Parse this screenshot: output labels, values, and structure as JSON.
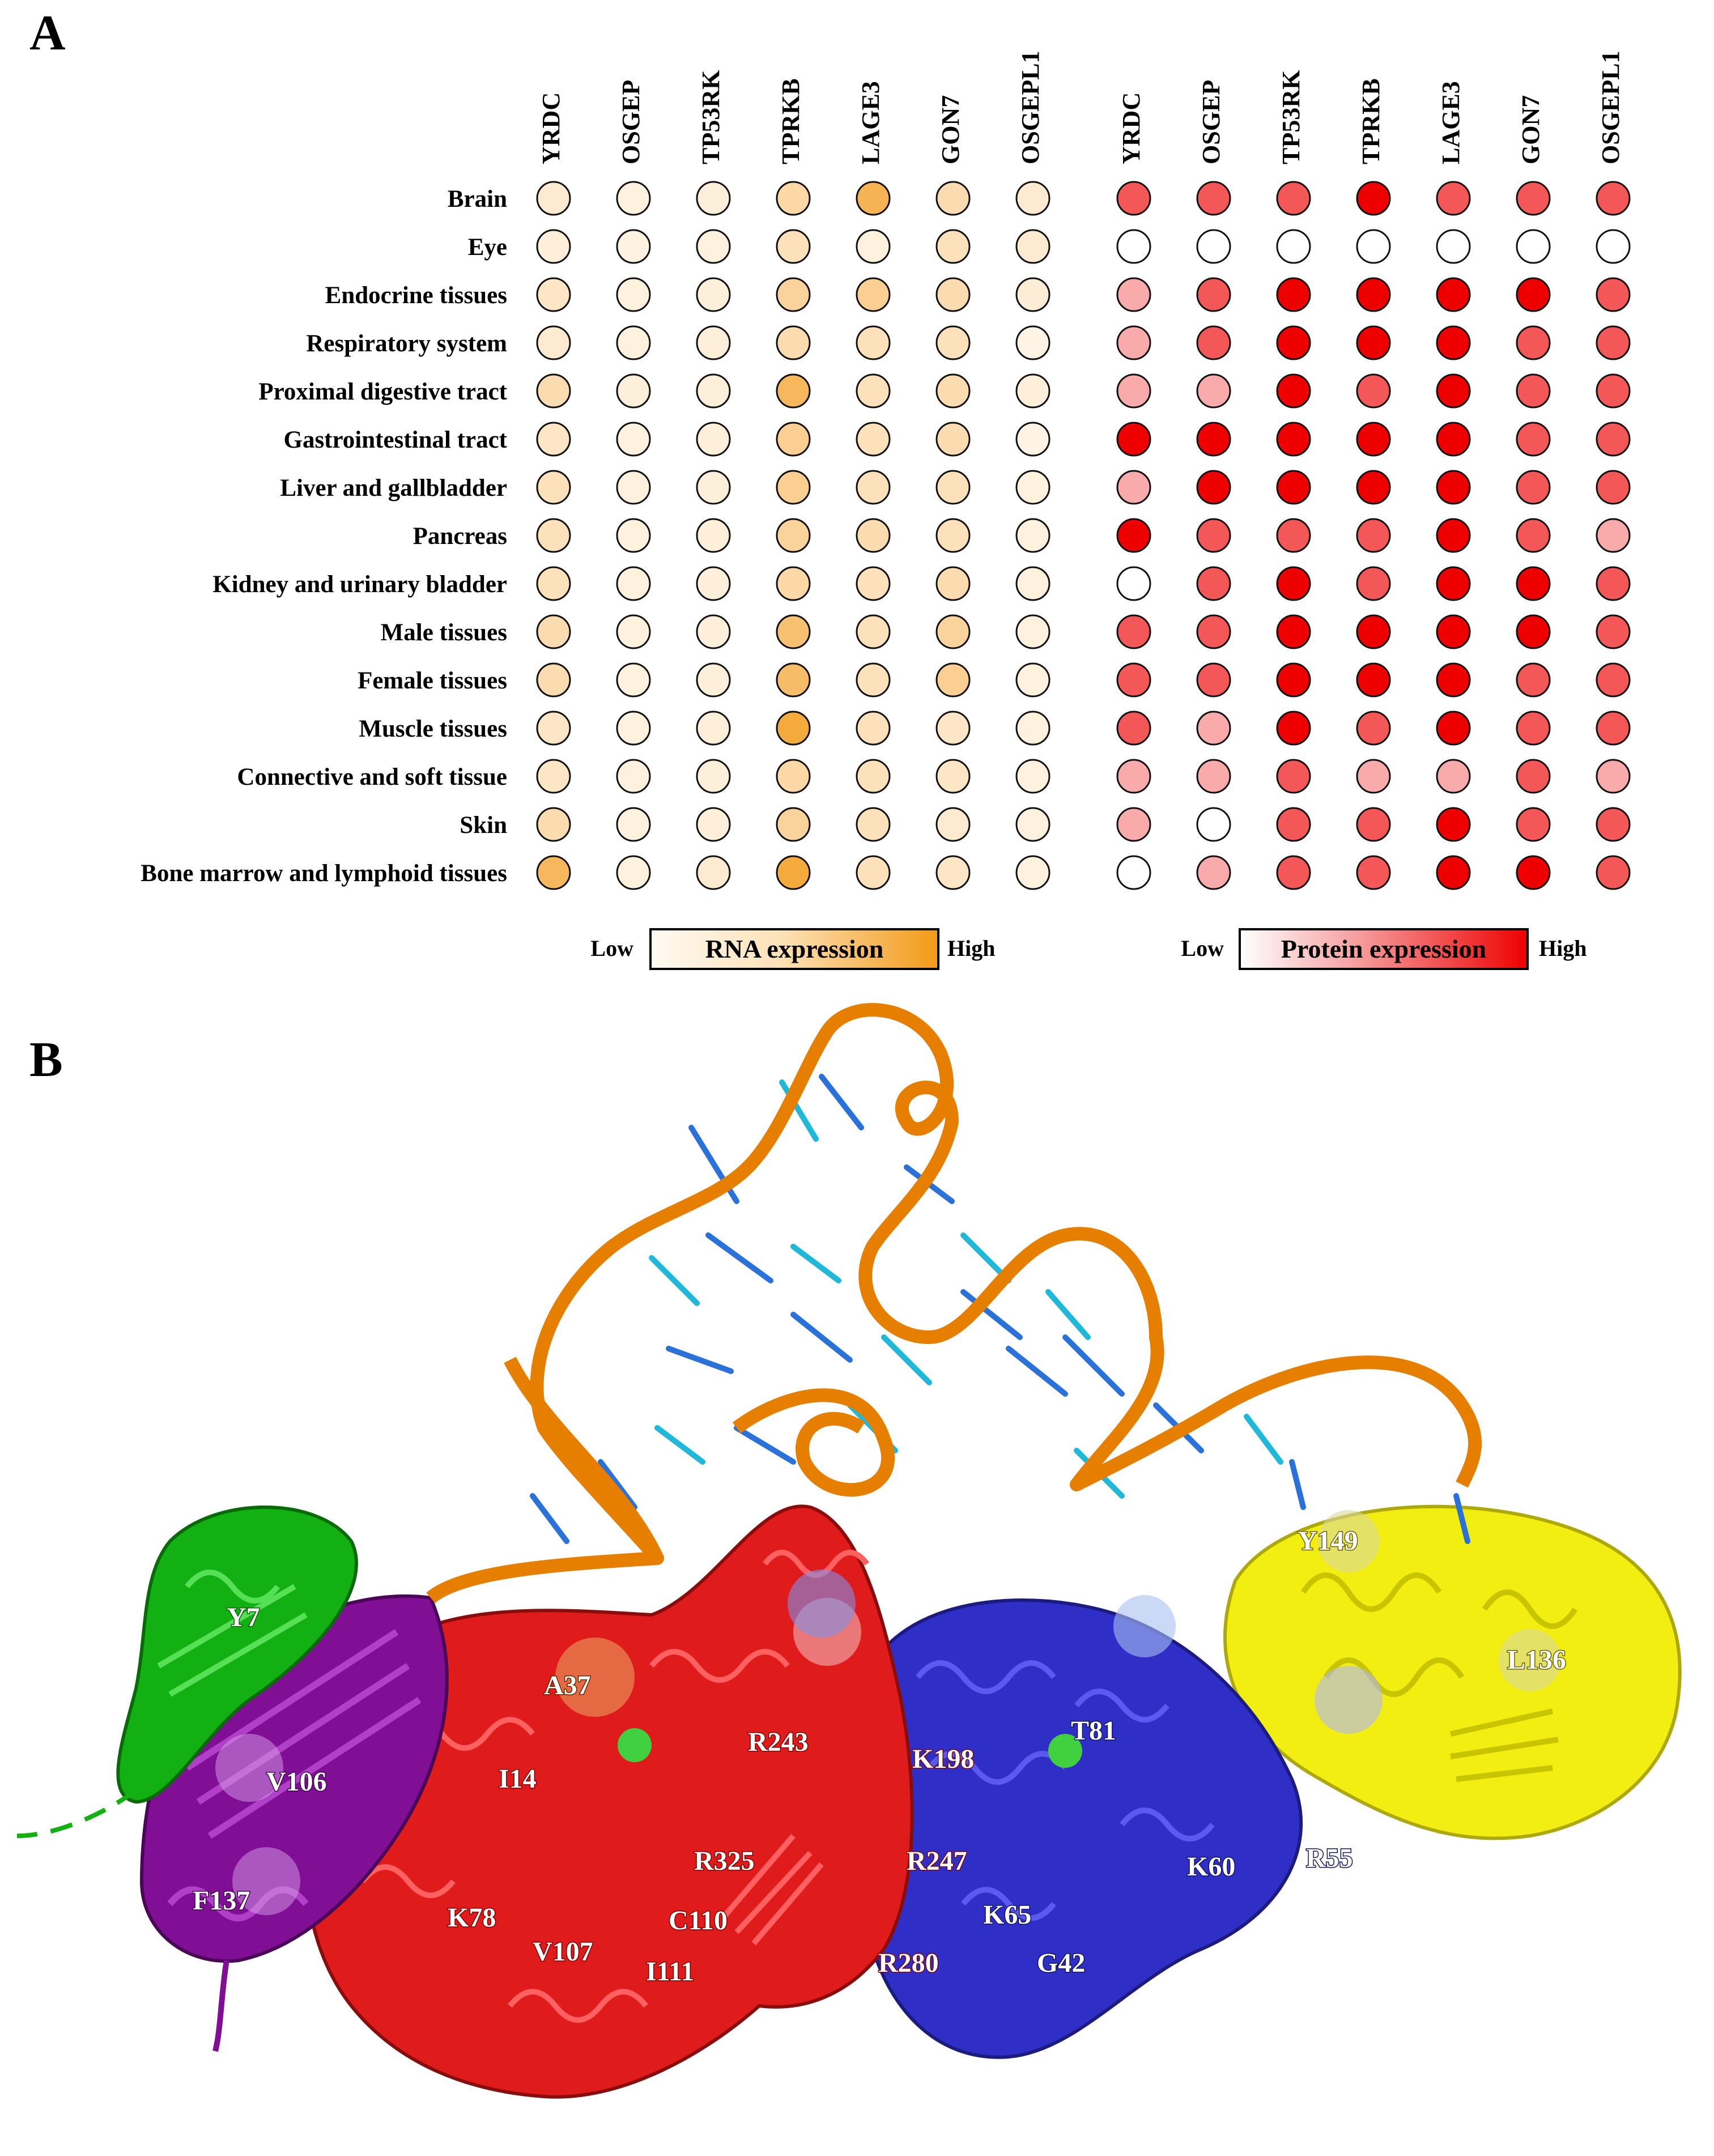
{
  "panel_a": {
    "letter": "A",
    "rna_genes": [
      "YRDC",
      "OSGEP",
      "TP53RK",
      "TPRKB",
      "LAGE3",
      "GON7",
      "OSGEPL1"
    ],
    "protein_genes": [
      "YRDC",
      "OSGEP",
      "TP53RK",
      "TPRKB",
      "LAGE3",
      "GON7",
      "OSGEPL1"
    ],
    "tissues": [
      "Brain",
      "Eye",
      "Endocrine tissues",
      "Respiratory system",
      "Proximal digestive tract",
      "Gastrointestinal tract",
      "Liver and gallbladder",
      "Pancreas",
      "Kidney and urinary bladder",
      "Male tissues",
      "Female tissues",
      "Muscle tissues",
      "Connective and soft tissue",
      "Skin",
      "Bone marrow and lymphoid tissues"
    ],
    "rna_expression": [
      [
        0.15,
        0.08,
        0.1,
        0.35,
        0.75,
        0.3,
        0.15
      ],
      [
        0.1,
        0.06,
        0.08,
        0.25,
        0.08,
        0.25,
        0.15
      ],
      [
        0.2,
        0.08,
        0.1,
        0.4,
        0.45,
        0.3,
        0.12
      ],
      [
        0.15,
        0.08,
        0.1,
        0.3,
        0.25,
        0.25,
        0.05
      ],
      [
        0.3,
        0.1,
        0.1,
        0.7,
        0.25,
        0.3,
        0.1
      ],
      [
        0.2,
        0.08,
        0.1,
        0.45,
        0.25,
        0.3,
        0.05
      ],
      [
        0.25,
        0.08,
        0.1,
        0.45,
        0.25,
        0.25,
        0.08
      ],
      [
        0.25,
        0.08,
        0.1,
        0.4,
        0.3,
        0.25,
        0.08
      ],
      [
        0.25,
        0.08,
        0.1,
        0.35,
        0.25,
        0.3,
        0.08
      ],
      [
        0.3,
        0.08,
        0.1,
        0.6,
        0.25,
        0.4,
        0.08
      ],
      [
        0.3,
        0.08,
        0.1,
        0.65,
        0.25,
        0.45,
        0.08
      ],
      [
        0.2,
        0.08,
        0.1,
        0.85,
        0.25,
        0.2,
        0.08
      ],
      [
        0.2,
        0.08,
        0.1,
        0.35,
        0.25,
        0.2,
        0.08
      ],
      [
        0.3,
        0.08,
        0.1,
        0.4,
        0.25,
        0.15,
        0.08
      ],
      [
        0.7,
        0.08,
        0.15,
        0.85,
        0.25,
        0.2,
        0.08
      ]
    ],
    "protein_expression": [
      [
        0.66,
        0.66,
        0.66,
        1.0,
        0.66,
        0.66,
        0.66
      ],
      [
        0,
        0,
        0,
        0,
        0,
        0,
        0
      ],
      [
        0.33,
        0.66,
        1.0,
        1.0,
        1.0,
        1.0,
        0.66
      ],
      [
        0.33,
        0.66,
        1.0,
        1.0,
        1.0,
        0.66,
        0.66
      ],
      [
        0.33,
        0.33,
        1.0,
        0.66,
        1.0,
        0.66,
        0.66
      ],
      [
        1.0,
        1.0,
        1.0,
        1.0,
        1.0,
        0.66,
        0.66
      ],
      [
        0.33,
        1.0,
        1.0,
        1.0,
        1.0,
        0.66,
        0.66
      ],
      [
        1.0,
        0.66,
        0.66,
        0.66,
        1.0,
        0.66,
        0.33
      ],
      [
        0,
        0.66,
        1.0,
        0.66,
        1.0,
        1.0,
        0.66
      ],
      [
        0.66,
        0.66,
        1.0,
        1.0,
        1.0,
        1.0,
        0.66
      ],
      [
        0.66,
        0.66,
        1.0,
        1.0,
        1.0,
        0.66,
        0.66
      ],
      [
        0.66,
        0.33,
        1.0,
        0.66,
        1.0,
        0.66,
        0.66
      ],
      [
        0.33,
        0.33,
        0.66,
        0.33,
        0.33,
        0.66,
        0.33
      ],
      [
        0.33,
        0,
        0.66,
        0.66,
        1.0,
        0.66,
        0.66
      ],
      [
        0,
        0.33,
        0.66,
        0.66,
        1.0,
        1.0,
        0.66
      ]
    ],
    "rna_legend": {
      "low": "Low",
      "label": "RNA expression",
      "high": "High"
    },
    "protein_legend": {
      "low": "Low",
      "label": "Protein expression",
      "high": "High"
    },
    "colors": {
      "rna_low": "#fff8ef",
      "rna_high": "#f39c1f",
      "protein_low": "#ffffff",
      "protein_high": "#ee0000"
    }
  },
  "panel_b": {
    "letter": "B",
    "residue_labels": {
      "green": [
        "Y7"
      ],
      "purple": [
        "V106",
        "F137"
      ],
      "orange": [
        "A37"
      ],
      "red": [
        "I14",
        "K78",
        "V107",
        "C110",
        "I111",
        "R325",
        "R243",
        "K198",
        "R247",
        "R280"
      ],
      "blue": [
        "T81",
        "K60",
        "K65",
        "G42",
        "R55"
      ],
      "yellow": [
        "Y149",
        "L136"
      ]
    },
    "colors": {
      "green": "#12b012",
      "purple": "#800f96",
      "red": "#e01b1b",
      "blue": "#2f2fc8",
      "yellow": "#f2ee05",
      "rna": "#e67e00"
    }
  }
}
